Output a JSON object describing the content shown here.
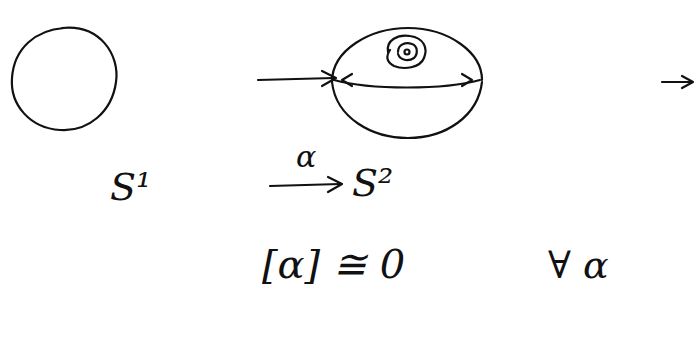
{
  "diagram": {
    "labels": [
      "S¹",
      "α",
      "S²",
      "[α] ≅ 0",
      "∀ α"
    ]
  }
}
